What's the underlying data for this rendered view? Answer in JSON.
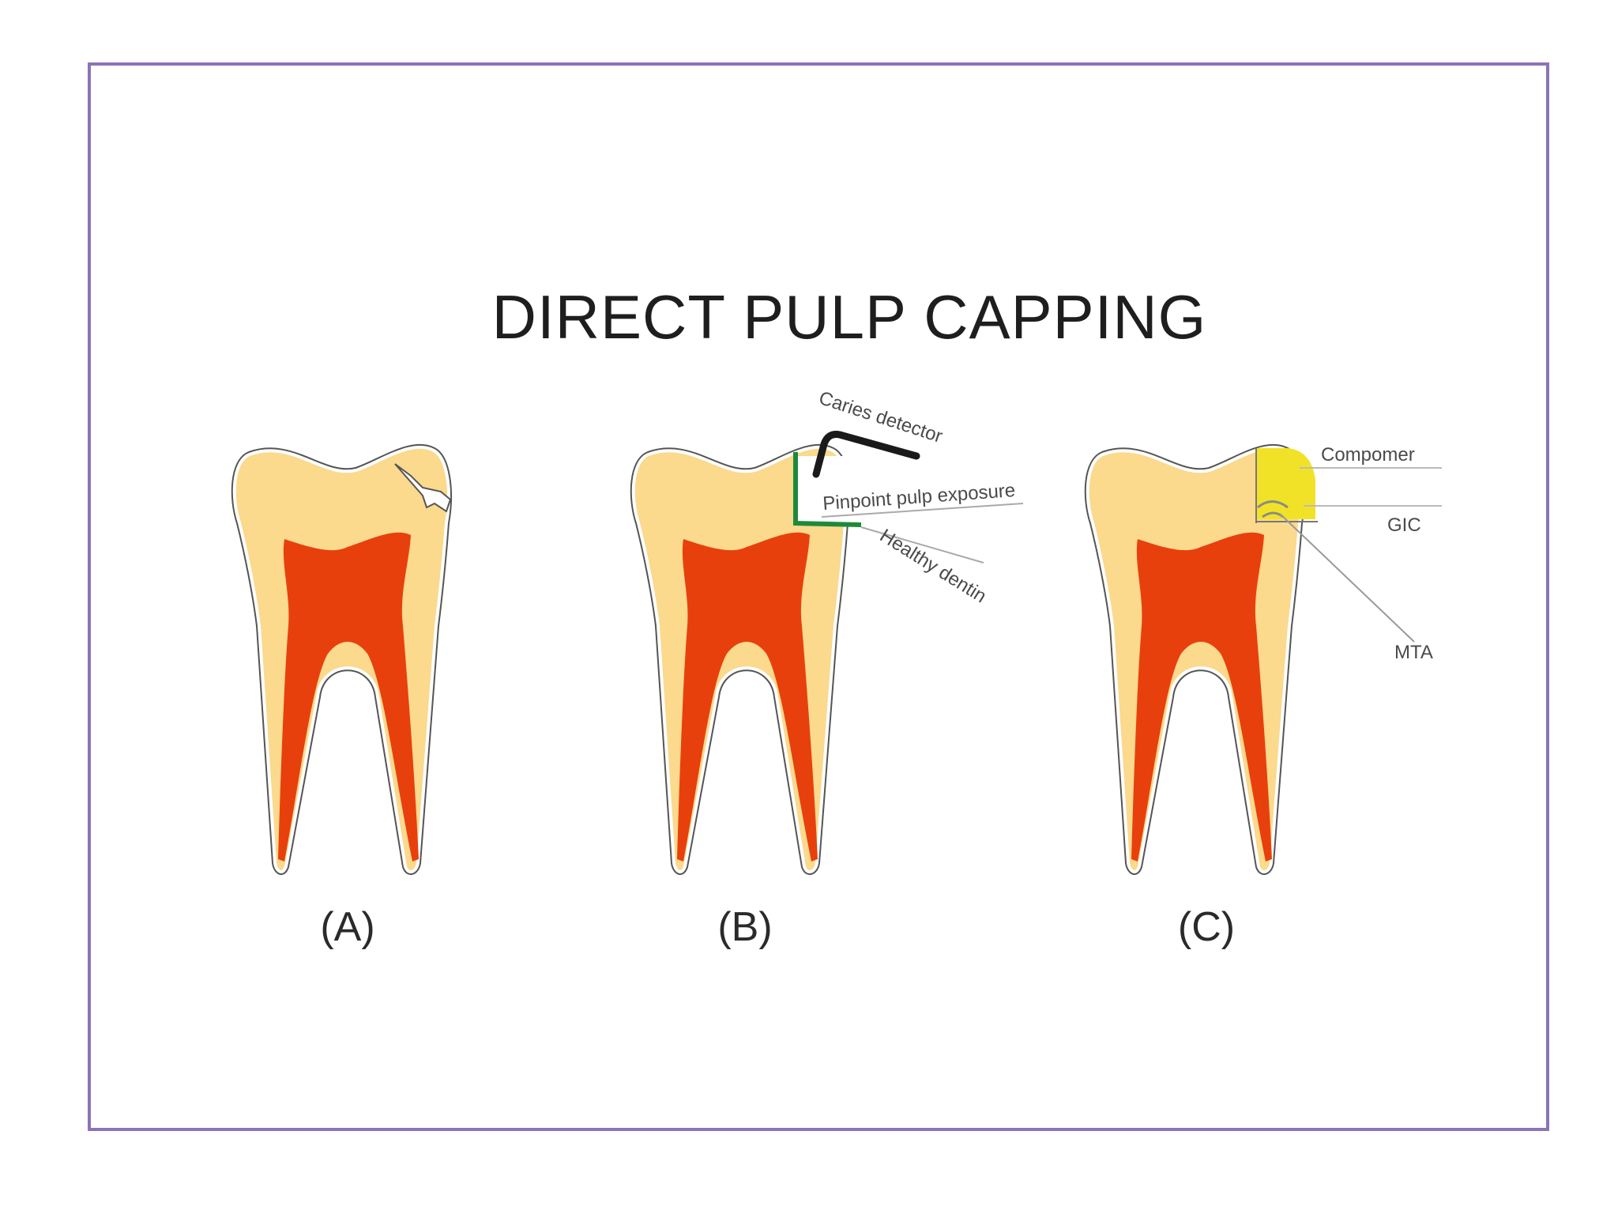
{
  "diagram": {
    "title": "DIRECT PULP CAPPING",
    "panels": [
      {
        "label": "(A)"
      },
      {
        "label": "(B)",
        "annotations": [
          "Caries detector",
          "Pinpoint pulp exposure",
          "Healthy dentin"
        ]
      },
      {
        "label": "(C)",
        "annotations": [
          "Compomer",
          "GIC",
          "MTA"
        ]
      }
    ],
    "colors": {
      "frame": "#8b73b8",
      "enamel_outline": "#ffffff",
      "dentin": "#fbd98d",
      "pulp": "#e8400c",
      "caries_probe": "#1a1a1a",
      "exposure_line": "#1d8a3a",
      "compomer": "#f2e227"
    }
  }
}
